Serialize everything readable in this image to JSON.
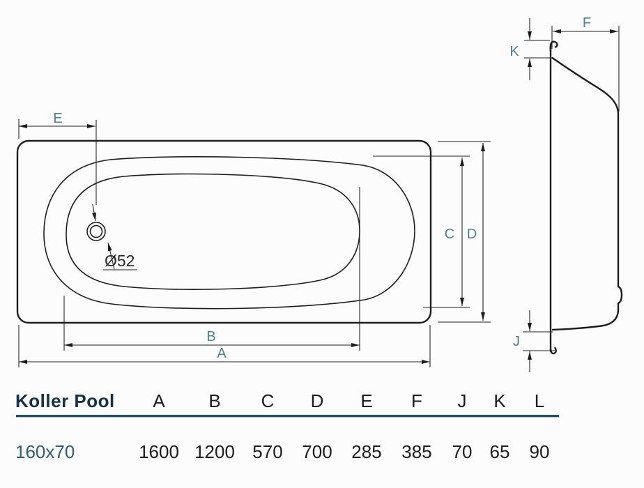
{
  "drawing": {
    "top_view": {
      "labels": {
        "e": "E",
        "c": "C",
        "d": "D",
        "b": "B",
        "a": "A"
      },
      "drain_diameter_label": "Ø52"
    },
    "side_view": {
      "labels": {
        "f": "F",
        "k": "K",
        "j": "J"
      }
    }
  },
  "table": {
    "brand": "Koller Pool",
    "size_label": "160x70",
    "columns": [
      {
        "label": "A",
        "value": "1600"
      },
      {
        "label": "B",
        "value": "1200"
      },
      {
        "label": "C",
        "value": "570"
      },
      {
        "label": "D",
        "value": "700"
      },
      {
        "label": "E",
        "value": "285"
      },
      {
        "label": "F",
        "value": "385"
      },
      {
        "label": "J",
        "value": "70"
      },
      {
        "label": "K",
        "value": "65"
      },
      {
        "label": "L",
        "value": "90"
      }
    ]
  },
  "colors": {
    "line": "#1d1d1d",
    "dimension_label": "#4e8292",
    "brand_text": "#16324a",
    "size_text": "#2d5f70",
    "value_text": "#1c1c1c",
    "rule_dark": "#224b66",
    "rule_light": "#9fc4df",
    "background": "#fcfcfc"
  }
}
